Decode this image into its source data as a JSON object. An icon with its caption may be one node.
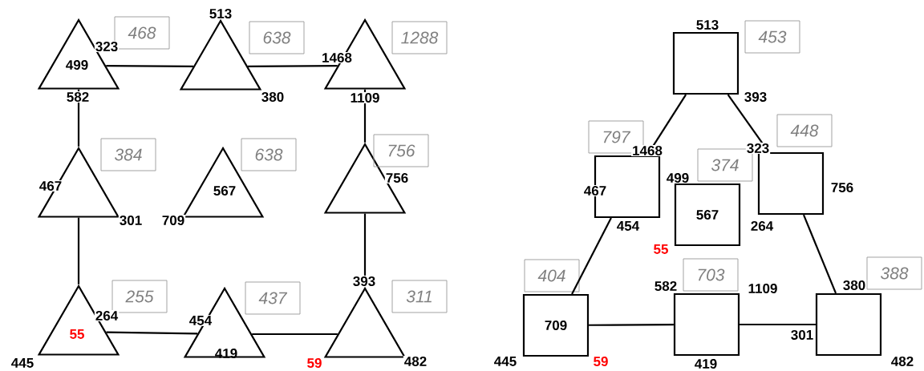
{
  "diagram": {
    "nodes": [
      {
        "text": [
          "499"
        ],
        "beside": [
          "323",
          "582"
        ]
      },
      {
        "text": [],
        "shape": "triangle",
        "beside": [
          "513",
          "380"
        ]
      },
      {
        "text": [],
        "shape": "triangle",
        "beside": [
          "1468",
          "1109"
        ]
      },
      {
        "text": [],
        "shape": "triangle",
        "beside": [
          "467",
          "301"
        ]
      },
      {
        "text": [
          "567"
        ],
        "beside": [
          "709"
        ]
      },
      {
        "text": [],
        "shape": "triangle",
        "beside": [
          "756"
        ]
      },
      {
        "text": [
          "55"
        ],
        "beside": [
          "264",
          "445"
        ]
      },
      {
        "text": [
          "419"
        ],
        "beside": [
          "454"
        ]
      },
      {
        "text": [],
        "shape": "triangle",
        "beside": [
          "393",
          "59",
          "482"
        ]
      },
      {
        "text": [],
        "shape": "box",
        "beside": [
          "513",
          "393"
        ]
      },
      {
        "text": [],
        "shape": "box",
        "beside": [
          "1468",
          "467",
          "454"
        ]
      },
      {
        "text": [
          "567"
        ],
        "beside": [
          "499",
          "55",
          "264"
        ]
      },
      {
        "text": [],
        "shape": "box",
        "beside": [
          "323",
          "756"
        ]
      },
      {
        "text": [
          "709"
        ],
        "beside": [
          "445",
          "59"
        ]
      },
      {
        "text": [],
        "shape": "box",
        "beside": [
          "582",
          "1109",
          "419"
        ]
      },
      {
        "text": [],
        "shape": "box",
        "beside": [
          "380",
          "301",
          "482"
        ]
      },
      {
        "text": [
          "468"
        ]
      },
      {
        "text": [
          "638"
        ]
      },
      {
        "text": [
          "1288"
        ]
      },
      {
        "text": [
          "384"
        ]
      },
      {
        "text": [
          "638"
        ]
      },
      {
        "text": [
          "756"
        ]
      },
      {
        "text": [
          "255"
        ]
      },
      {
        "text": [
          "437"
        ]
      },
      {
        "text": [
          "311"
        ]
      },
      {
        "text": [
          "453"
        ]
      },
      {
        "text": [
          "797"
        ]
      },
      {
        "text": [
          "374"
        ]
      },
      {
        "text": [
          "448"
        ]
      },
      {
        "text": [
          "404"
        ]
      },
      {
        "text": [
          "703"
        ]
      },
      {
        "text": [
          "388"
        ]
      }
    ],
    "edges": [
      {
        "from": 0,
        "to": 1,
        "arrow": "none"
      },
      {
        "from": 1,
        "to": 2,
        "arrow": "none"
      },
      {
        "from": 0,
        "to": 3,
        "arrow": "none"
      },
      {
        "from": 2,
        "to": 5,
        "arrow": "none"
      },
      {
        "from": 3,
        "to": 6,
        "arrow": "none"
      },
      {
        "from": 5,
        "to": 8,
        "arrow": "none"
      },
      {
        "from": 6,
        "to": 7,
        "arrow": "none"
      },
      {
        "from": 7,
        "to": 8,
        "arrow": "none"
      },
      {
        "from": 9,
        "to": 10,
        "arrow": "none"
      },
      {
        "from": 9,
        "to": 12,
        "arrow": "none"
      },
      {
        "from": 10,
        "to": 13,
        "arrow": "none"
      },
      {
        "from": 12,
        "to": 15,
        "arrow": "none"
      },
      {
        "from": 13,
        "to": 14,
        "arrow": "none"
      },
      {
        "from": 14,
        "to": 15,
        "arrow": "none"
      }
    ]
  }
}
